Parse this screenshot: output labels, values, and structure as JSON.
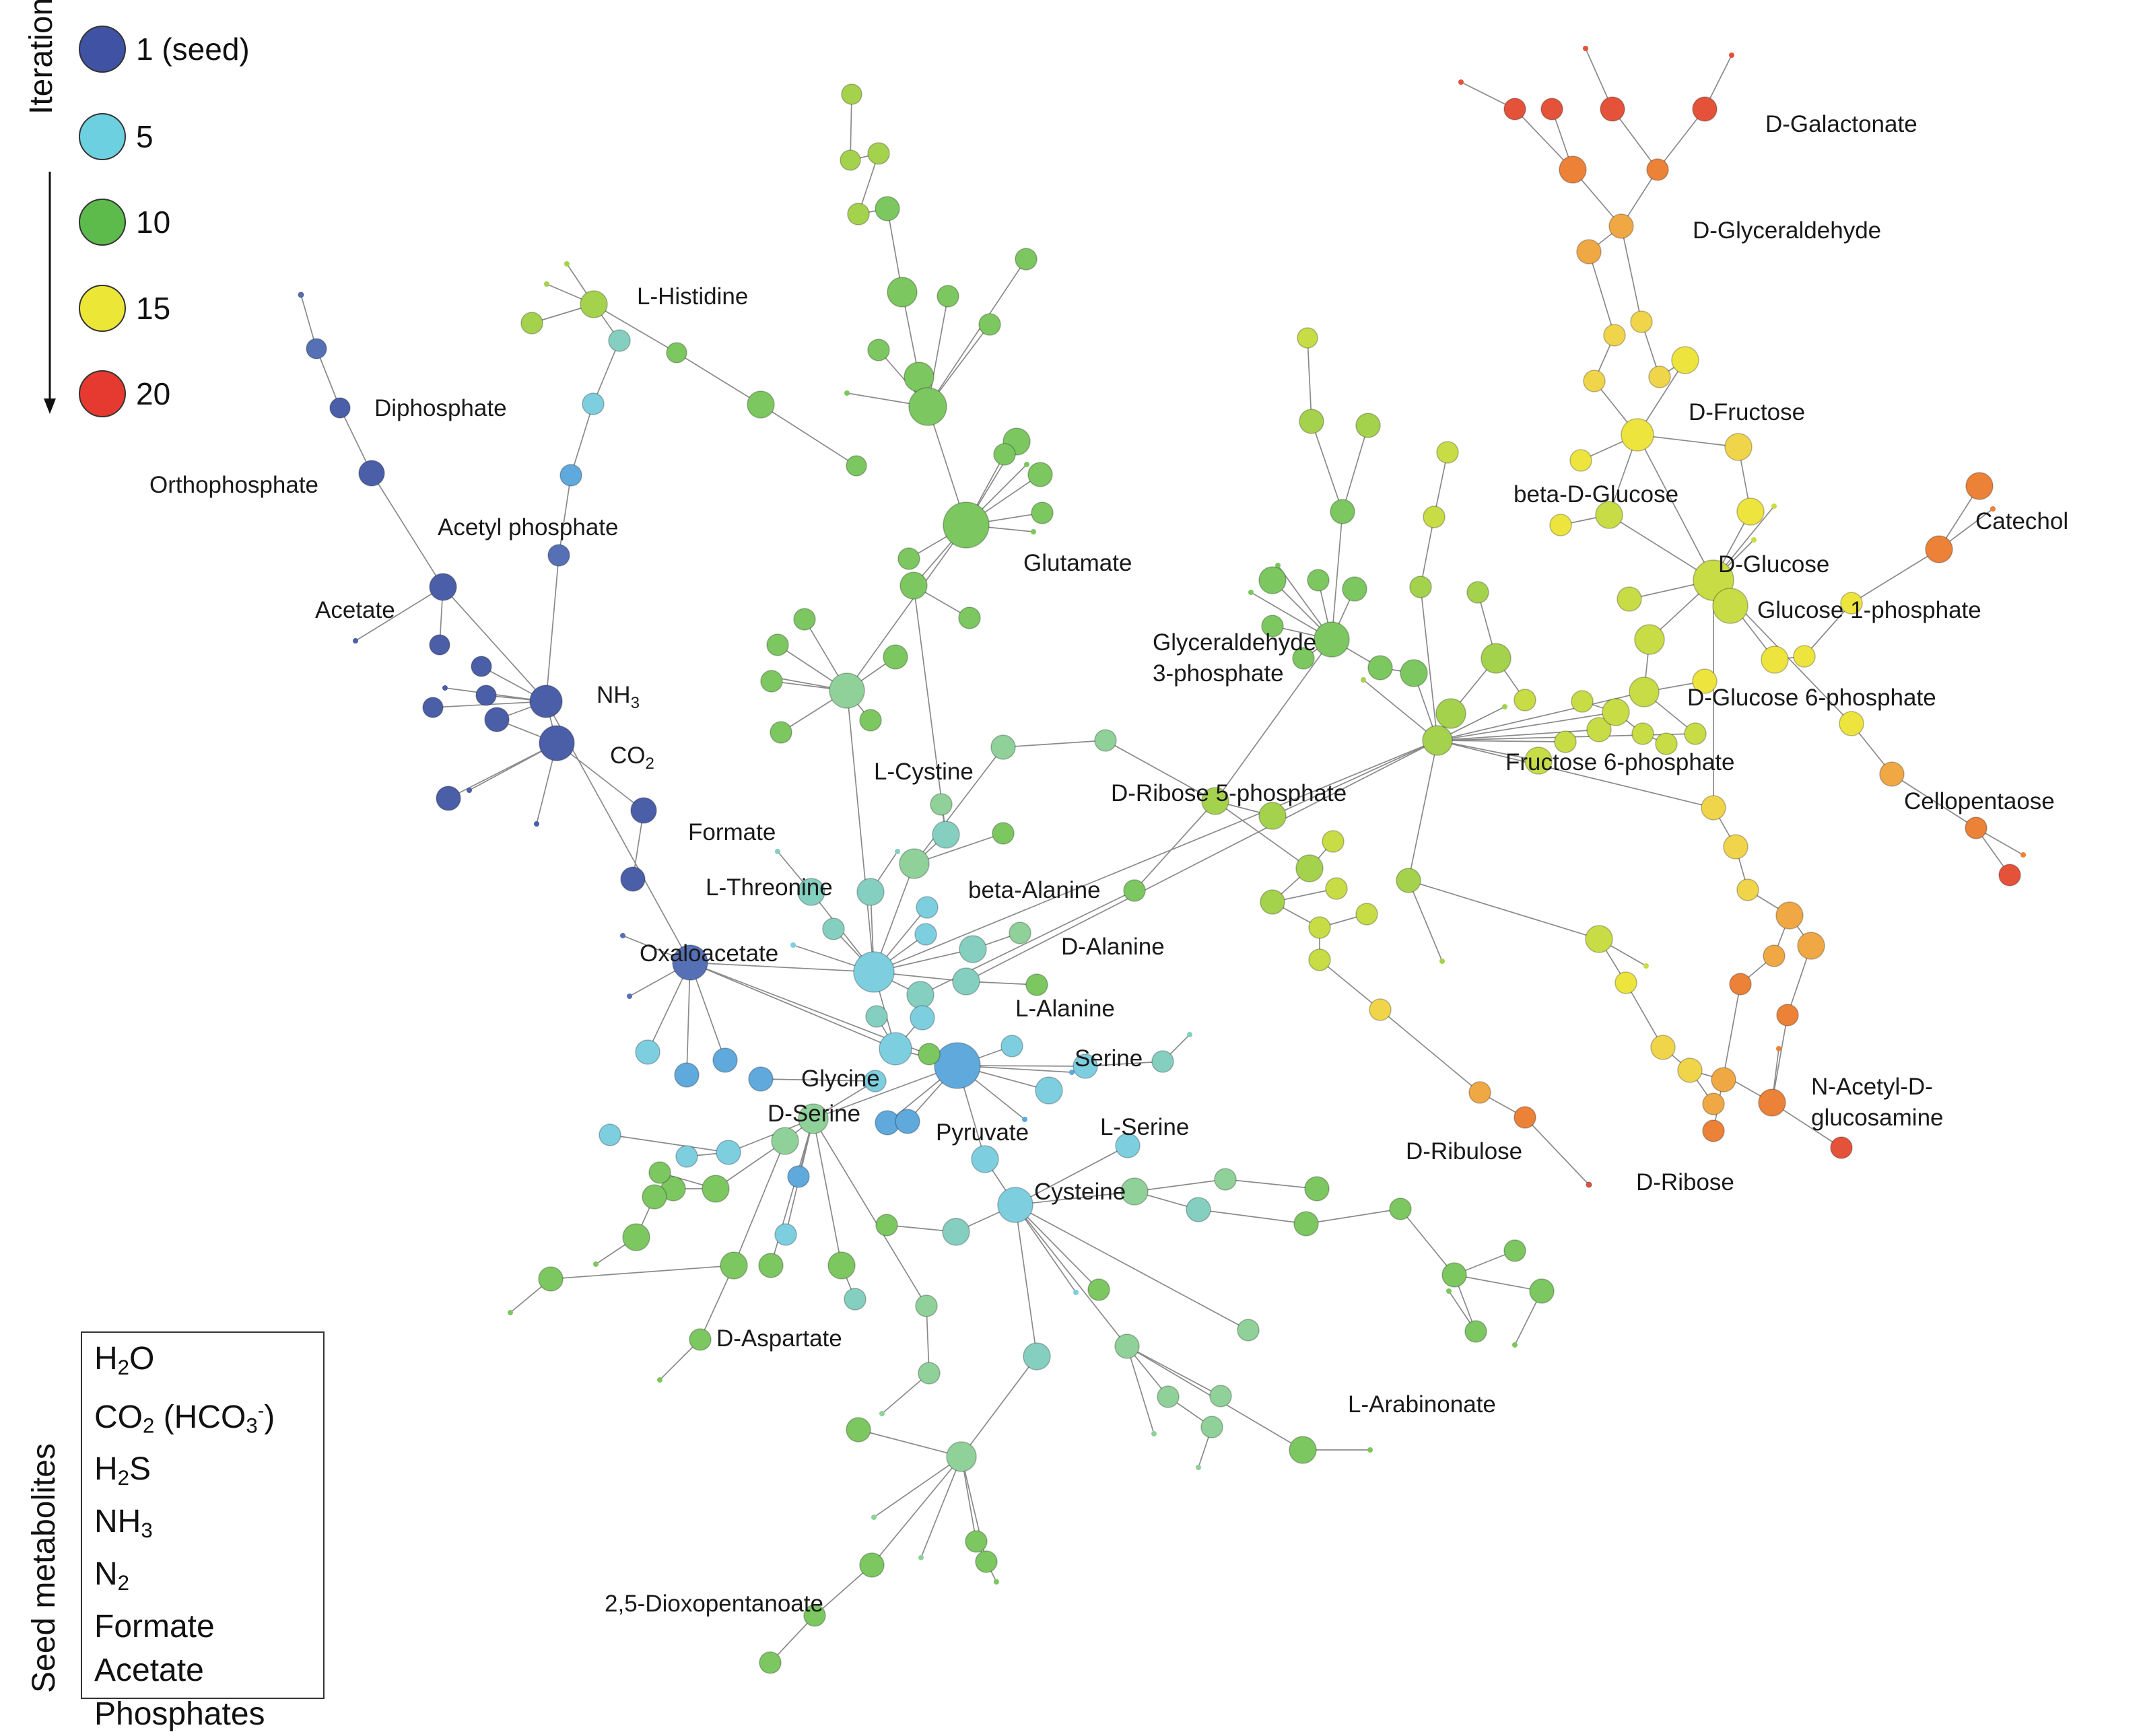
{
  "legend": {
    "title": "Iteration",
    "items": [
      {
        "label": "1 (seed)",
        "color": "#3f52a3"
      },
      {
        "label": "5",
        "color": "#6cd0e0"
      },
      {
        "label": "10",
        "color": "#5cbb4a"
      },
      {
        "label": "15",
        "color": "#ece636"
      },
      {
        "label": "20",
        "color": "#e63a30"
      }
    ]
  },
  "seed_metabolites": {
    "title": "Seed metabolites",
    "items": [
      {
        "main": "H",
        "sub": "2",
        "rest": "O"
      },
      {
        "main": "CO",
        "sub": "2",
        "rest": " (HCO",
        "sub2": "3",
        "sup": "-",
        "end": ")"
      },
      {
        "main": "H",
        "sub": "2",
        "rest": "S"
      },
      {
        "main": "NH",
        "sub": "3",
        "rest": ""
      },
      {
        "main": "N",
        "sub": "2",
        "rest": ""
      },
      {
        "main": "Formate",
        "sub": "",
        "rest": ""
      },
      {
        "main": "Acetate",
        "sub": "",
        "rest": ""
      },
      {
        "main": "Phosphates",
        "sub": "",
        "rest": ""
      }
    ]
  },
  "labels": {
    "diphosphate": "Diphosphate",
    "orthophosphate": "Orthophosphate",
    "acetyl_phosphate": "Acetyl phosphate",
    "acetate": "Acetate",
    "nh3": "NH",
    "nh3_sub": "3",
    "co2": "CO",
    "co2_sub": "2",
    "formate": "Formate",
    "histidine": "L-Histidine",
    "glutamate": "Glutamate",
    "cystine": "L-Cystine",
    "threonine": "L-Threonine",
    "beta_alanine": "beta-Alanine",
    "oxaloacetate": "Oxaloacetate",
    "d_alanine": "D-Alanine",
    "l_alanine": "L-Alanine",
    "serine": "Serine",
    "glycine": "Glycine",
    "d_serine": "D-Serine",
    "pyruvate": "Pyruvate",
    "l_serine": "L-Serine",
    "cysteine": "Cysteine",
    "d_aspartate": "D-Aspartate",
    "l_arabinonate": "L-Arabinonate",
    "dioxopentanoate": "2,5-Dioxopentanoate",
    "d_ribose5p": "D-Ribose 5-phosphate",
    "gap_1": "Glyceraldehyde",
    "gap_2": "3-phosphate",
    "fructose6p": "Fructose 6-phosphate",
    "d_ribulose": "D-Ribulose",
    "d_ribose": "D-Ribose",
    "d_galactonate": "D-Galactonate",
    "d_glyceraldehyde": "D-Glyceraldehyde",
    "d_fructose": "D-Fructose",
    "beta_d_glucose": "beta-D-Glucose",
    "d_glucose": "D-Glucose",
    "glucose1p": "Glucose 1-phosphate",
    "d_glucose6p": "D-Glucose 6-phosphate",
    "catechol": "Catechol",
    "cellopentaose": "Cellopentaose",
    "nacetyl_1": "N-Acetyl-D-",
    "nacetyl_2": "glucosamine"
  }
}
